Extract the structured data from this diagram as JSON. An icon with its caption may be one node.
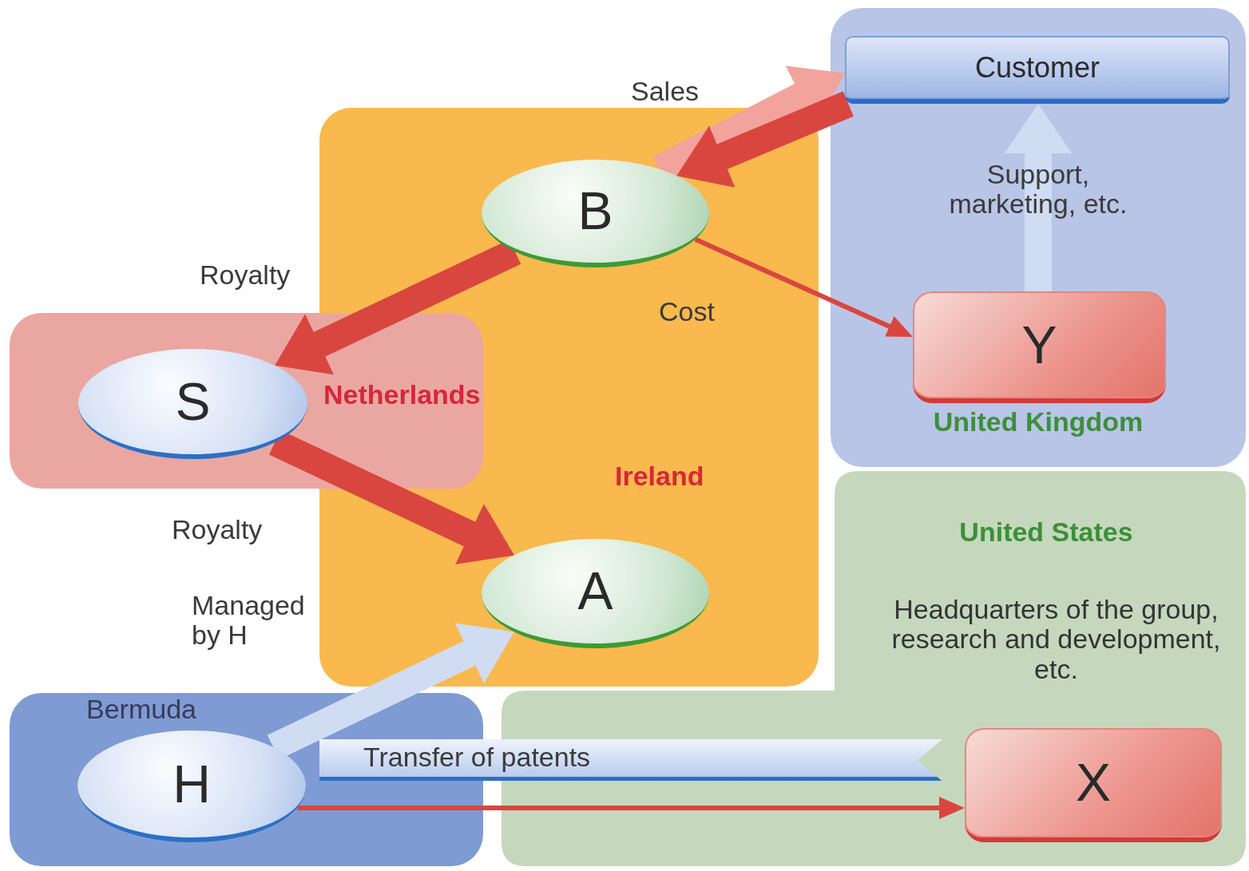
{
  "diagram": {
    "nodes": [
      {
        "text": [
          "Ireland"
        ]
      },
      {
        "text": [
          "Netherlands"
        ]
      },
      {
        "text": [
          "United Kingdom"
        ]
      },
      {
        "text": [
          "United States",
          "Headquarters of the group, research and development, etc."
        ]
      },
      {
        "text": [
          "Bermuda"
        ]
      },
      {
        "text": [
          "Customer"
        ],
        "in": 2
      },
      {
        "text": [
          "B"
        ],
        "in": 0
      },
      {
        "text": [
          "S"
        ],
        "in": 1
      },
      {
        "text": [
          "A"
        ],
        "in": 0
      },
      {
        "text": [
          "Y"
        ],
        "in": 2
      },
      {
        "text": [
          "H"
        ],
        "in": 4
      },
      {
        "text": [
          "X"
        ],
        "in": 3
      }
    ],
    "edges": [
      {
        "from": 6,
        "to": 5,
        "arrow": "to",
        "label": "Sales",
        "color": "#f2a39c"
      },
      {
        "from": 5,
        "to": 6,
        "arrow": "to"
      },
      {
        "from": 6,
        "to": 7,
        "arrow": "to",
        "label": "Royalty"
      },
      {
        "from": 6,
        "to": 9,
        "arrow": "to",
        "label": "Cost"
      },
      {
        "from": 9,
        "to": 5,
        "arrow": "to",
        "label": "Support, marketing, etc.",
        "color": "#cfdcf2"
      },
      {
        "from": 7,
        "to": 8,
        "arrow": "to",
        "label": "Royalty"
      },
      {
        "from": 10,
        "to": 8,
        "arrow": "to",
        "label": "Managed by H",
        "color": "#cfdcf2"
      },
      {
        "from": 10,
        "to": 11,
        "arrow": "to",
        "label": "Transfer of patents"
      }
    ]
  }
}
